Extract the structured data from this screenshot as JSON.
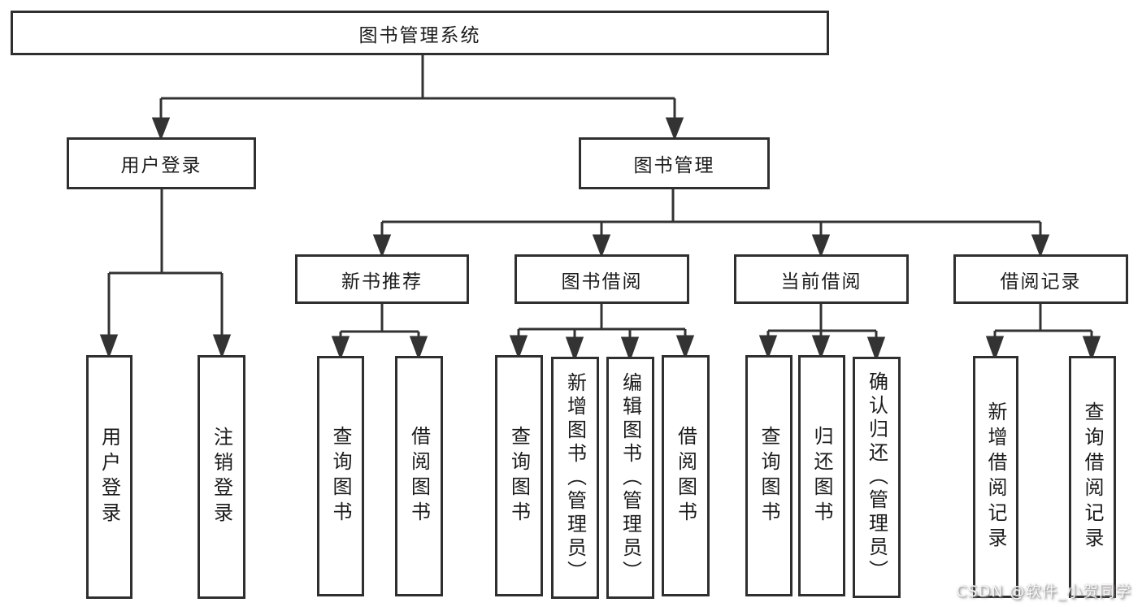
{
  "tree": {
    "root": {
      "label": "图书管理系统"
    },
    "branches": [
      {
        "label": "用户登录",
        "children": [
          {
            "label": "用户登录"
          },
          {
            "label": "注销登录"
          }
        ]
      },
      {
        "label": "图书管理",
        "children": [
          {
            "label": "新书推荐",
            "children": [
              {
                "label": "查询图书"
              },
              {
                "label": "借阅图书"
              }
            ]
          },
          {
            "label": "图书借阅",
            "children": [
              {
                "label": "查询图书"
              },
              {
                "label": "新增图书（管理员）"
              },
              {
                "label": "编辑图书（管理员）"
              },
              {
                "label": "借阅图书"
              }
            ]
          },
          {
            "label": "当前借阅",
            "children": [
              {
                "label": "查询图书"
              },
              {
                "label": "归还图书"
              },
              {
                "label": "确认归还（管理员）"
              }
            ]
          },
          {
            "label": "借阅记录",
            "children": [
              {
                "label": "新增借阅记录"
              },
              {
                "label": "查询借阅记录"
              }
            ]
          }
        ]
      }
    ]
  },
  "watermark": {
    "text": "CSDN @软件_小贺同学"
  },
  "colors": {
    "line": "#333333",
    "border": "#2f2f2f",
    "box_bg": "#ffffff",
    "text": "#1b1b1b",
    "watermark": "#f7f5f6"
  }
}
